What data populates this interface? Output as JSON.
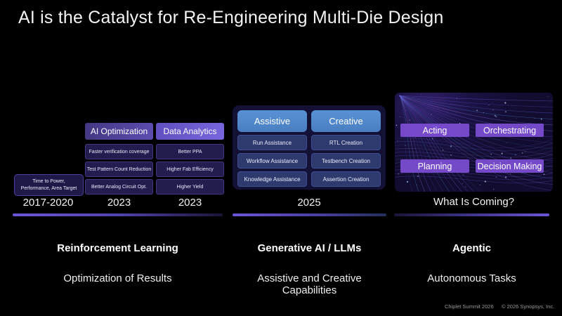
{
  "slide": {
    "title": "AI is the Catalyst for Re-Engineering Multi-Die Design",
    "footer": {
      "event": "Chiplet Summit 2026",
      "copyright": "© 2026 Synopsys, Inc."
    }
  },
  "reinforcement": {
    "intro": {
      "line1": "Time to Power,",
      "line2": "Performance, Area Target",
      "year": "2017-2020"
    },
    "columns": [
      {
        "header": "AI Optimization",
        "items": [
          "Faster verification coverage",
          "Test Pattern Count Reduction",
          "Better Analog Circuit Opt."
        ],
        "year": "2023"
      },
      {
        "header": "Data Analytics",
        "items": [
          "Better PPA",
          "Higher Fab Efficiency",
          "Higher Yield"
        ],
        "year": "2023"
      }
    ],
    "era_title": "Reinforcement Learning",
    "era_subtitle": "Optimization of Results"
  },
  "generative": {
    "columns": [
      {
        "header": "Assistive",
        "items": [
          "Run Assistance",
          "Workflow Assistance",
          "Knowledge Assistance"
        ]
      },
      {
        "header": "Creative",
        "items": [
          "RTL Creation",
          "Testbench Creation",
          "Assertion Creation"
        ]
      }
    ],
    "year": "2025",
    "era_title": "Generative AI / LLMs",
    "era_subtitle": "Assistive and Creative Capabilities"
  },
  "agentic": {
    "buttons": [
      "Acting",
      "Orchestrating",
      "Planning",
      "Decision Making"
    ],
    "caption": "What Is Coming?",
    "era_title": "Agentic",
    "era_subtitle": "Autonomous Tasks"
  },
  "colors": {
    "accent_purple": "#6a56d6",
    "header_blue": "#4f86c8",
    "button_purple": "#7d4ed5",
    "timeline_box": "#221c4f"
  }
}
